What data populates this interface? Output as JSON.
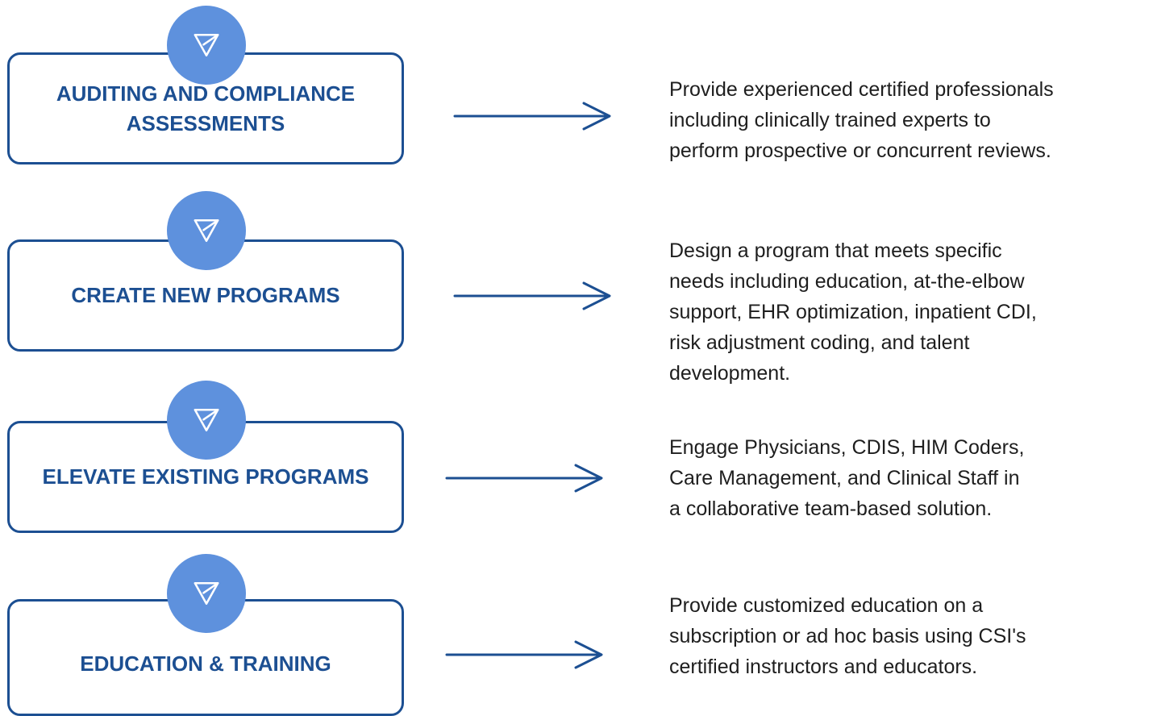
{
  "colors": {
    "box_border": "#1c4f92",
    "title_text": "#1c4f92",
    "icon_circle": "#5e91dd",
    "arrow": "#1c4f92",
    "body_text": "#1e1e1e"
  },
  "services": [
    {
      "icon": "send-icon",
      "title": "AUDITING AND COMPLIANCE ASSESSMENTS",
      "description": "Provide experienced certified professionals\nincluding clinically trained experts to\nperform prospective or concurrent reviews."
    },
    {
      "icon": "send-icon",
      "title": "CREATE NEW PROGRAMS",
      "description": "Design a program that meets specific\nneeds including education, at-the-elbow\nsupport, EHR optimization, inpatient CDI,\nrisk adjustment coding, and talent\ndevelopment."
    },
    {
      "icon": "send-icon",
      "title": "ELEVATE EXISTING PROGRAMS",
      "description": "Engage Physicians, CDIS, HIM Coders,\nCare Management, and Clinical Staff in\na collaborative team-based solution."
    },
    {
      "icon": "send-icon",
      "title": "EDUCATION & TRAINING",
      "description": "Provide customized education on a\nsubscription or ad hoc basis using CSI's\ncertified instructors and educators."
    }
  ]
}
